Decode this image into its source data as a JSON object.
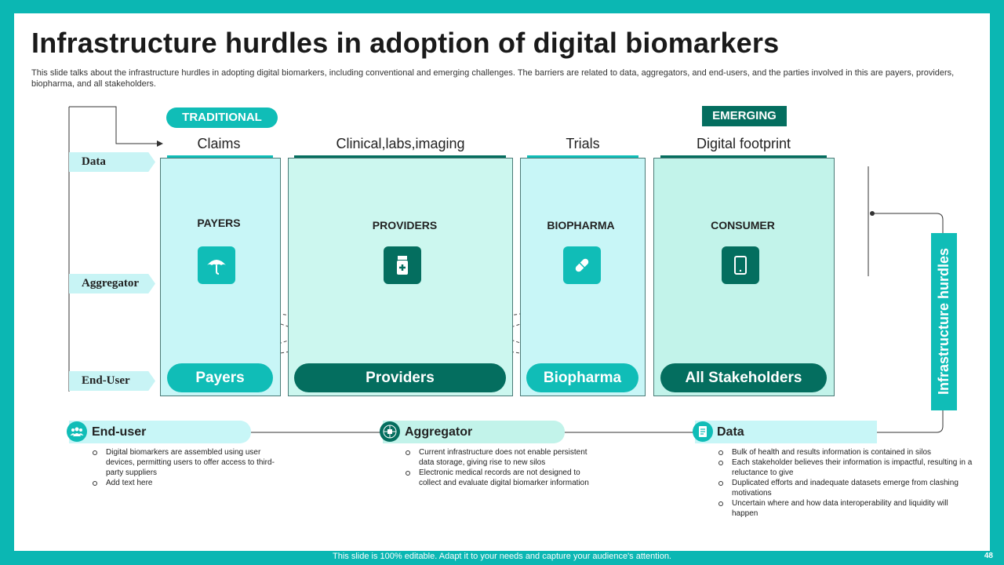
{
  "title": "Infrastructure hurdles in adoption of digital biomarkers",
  "subtitle": "This slide talks about the infrastructure hurdles in adopting digital biomarkers, including conventional and emerging challenges. The barriers are related to data, aggregators, and end-users, and the parties involved in this are payers, providers, biopharma, and all stakeholders.",
  "tags": {
    "traditional": "TRADITIONAL",
    "emerging": "EMERGING"
  },
  "rows": {
    "data": "Data",
    "aggregator": "Aggregator",
    "end_user": "End-User"
  },
  "columns": [
    {
      "header": "Claims",
      "party": "PAYERS",
      "pill": "Payers",
      "icon": "umbrella-icon"
    },
    {
      "header": "Clinical,labs,imaging",
      "party": "PROVIDERS",
      "pill": "Providers",
      "icon": "medicine-bottle-icon"
    },
    {
      "header": "Trials",
      "party": "BIOPHARMA",
      "pill": "Biopharma",
      "icon": "pill-icon"
    },
    {
      "header": "Digital footprint",
      "party": "CONSUMER",
      "pill": "All Stakeholders",
      "icon": "tablet-icon"
    }
  ],
  "side_title": "Infrastructure hurdles",
  "sections": [
    {
      "heading": "End-user",
      "icon": "users-icon",
      "bullets": [
        "Digital biomarkers are assembled using user devices, permitting users to offer access to third-party suppliers",
        "Add text here"
      ]
    },
    {
      "heading": "Aggregator",
      "icon": "network-icon",
      "bullets": [
        "Current infrastructure does not enable persistent data storage, giving rise to new silos",
        "Electronic medical records are not designed to collect and evaluate digital biomarker information"
      ]
    },
    {
      "heading": "Data",
      "icon": "document-icon",
      "bullets": [
        "Bulk of health and results information is contained in silos",
        "Each stakeholder believes their information is impactful, resulting in a reluctance to give",
        "Duplicated efforts and inadequate datasets emerge from clashing motivations",
        "Uncertain where and how data interoperability and liquidity will happen"
      ]
    }
  ],
  "colors": {
    "frame": "#0bb7b3",
    "teal": "#10bdb7",
    "dark_teal": "#046e5f",
    "light_mint": "#c8f4f5"
  },
  "footer": "This slide is 100% editable. Adapt it to your needs and capture your audience's attention.",
  "page_number": "48"
}
